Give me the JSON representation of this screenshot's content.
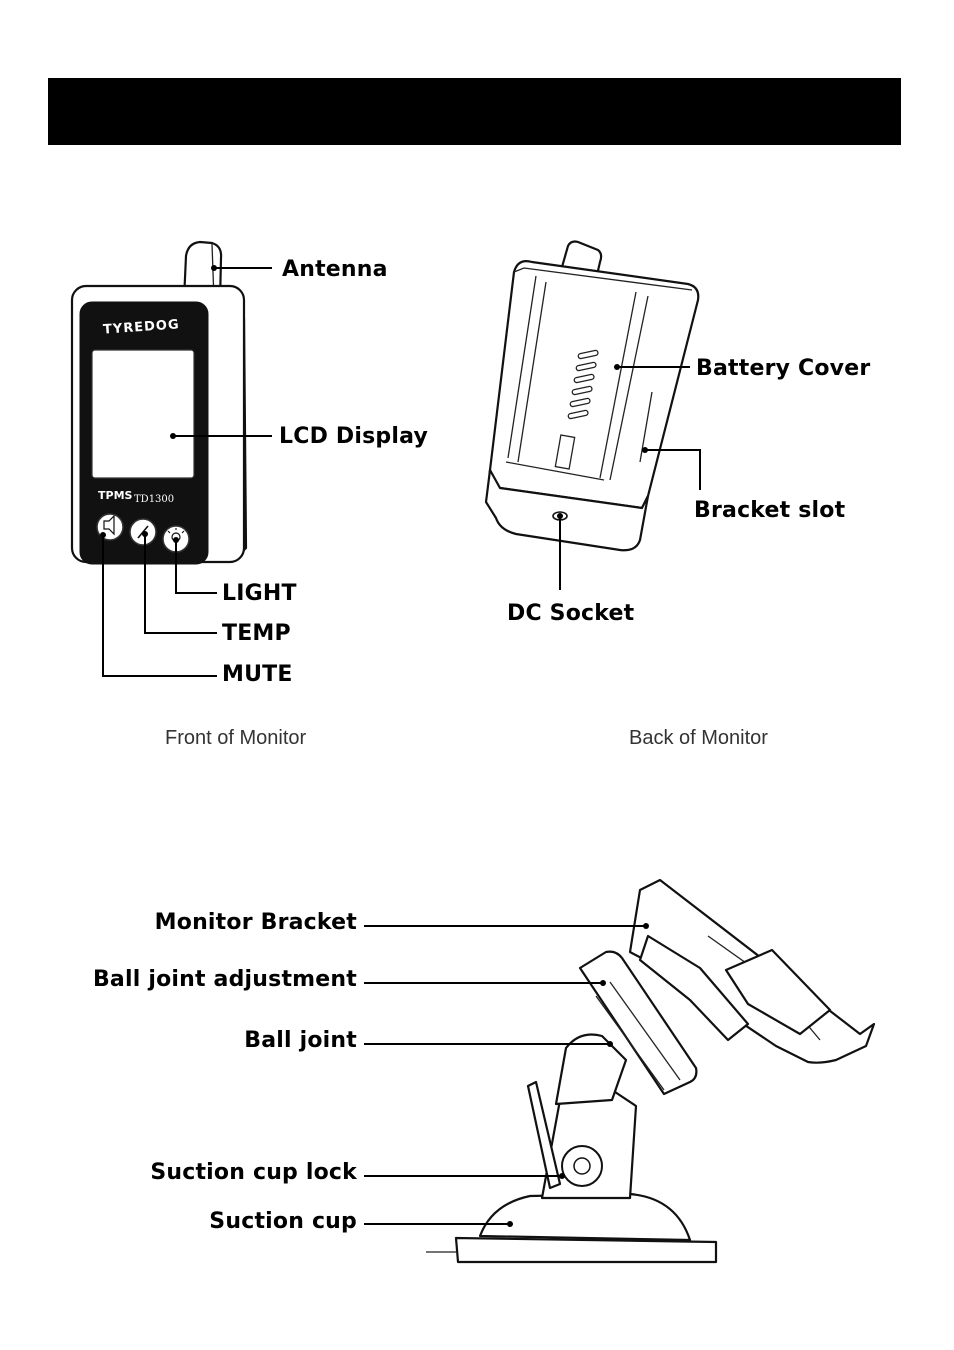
{
  "front": {
    "brand": "TYREDOG",
    "tpms_mark": "TPMS",
    "model": "TD1300",
    "labels": {
      "antenna": "Antenna",
      "lcd": "LCD Display",
      "light": "LIGHT",
      "temp": "TEMP",
      "mute": "MUTE"
    },
    "caption": "Front of Monitor"
  },
  "back": {
    "labels": {
      "battery_cover": "Battery Cover",
      "bracket_slot": "Bracket slot",
      "dc_socket": "DC Socket"
    },
    "caption": "Back of Monitor"
  },
  "bracket": {
    "labels": {
      "monitor_bracket": "Monitor Bracket",
      "ball_joint_adjustment": "Ball joint adjustment",
      "ball_joint": "Ball joint",
      "suction_cup_lock": "Suction cup lock",
      "suction_cup": "Suction cup"
    }
  }
}
